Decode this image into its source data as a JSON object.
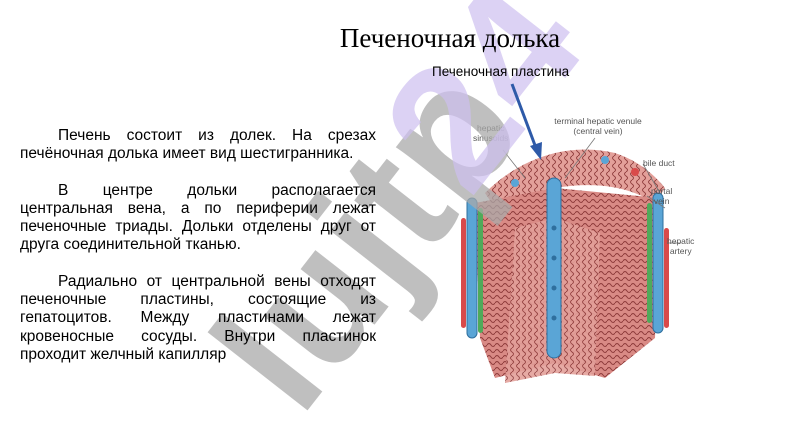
{
  "slide": {
    "title": "Печеночная долька",
    "callout": "Печеночная пластина",
    "paragraphs": [
      "Печень состоит из долек. На срезах печёночная долька имеет вид шестигранника.",
      "В центре дольки располагается центральная вена, а по периферии лежат печеночные триады. Дольки отделены друг от друга соединительной тканью.",
      "Радиально от центральной вены отходят печеночные пластины, состоящие из гепатоцитов. Между пластинами лежат кровеносные сосуды. Внутри пластинок проходит желчный капилляр"
    ]
  },
  "figure": {
    "labels": {
      "sinusoids": [
        "hepatic",
        "sinusoids"
      ],
      "venule": [
        "terminal hepatic venule",
        "(central vein)"
      ],
      "bile_duct": "bile duct",
      "portal_vein": [
        "portal",
        "vein"
      ],
      "hepatic_artery": [
        "hepatic",
        "artery"
      ]
    }
  },
  "watermark": {
    "text_gray": "lujtp",
    "text_purple": "24"
  },
  "colors": {
    "tissue": "#d98a85",
    "tissue_dark": "#8e3b3b",
    "vein": "#5aa5d6",
    "vein_dark": "#2f6f9e",
    "artery": "#d94a4a",
    "bile": "#4faa5a",
    "arrow": "#2e5aa8",
    "watermark_gray": "#a9a9a9",
    "watermark_purple": "#cdbff0"
  }
}
